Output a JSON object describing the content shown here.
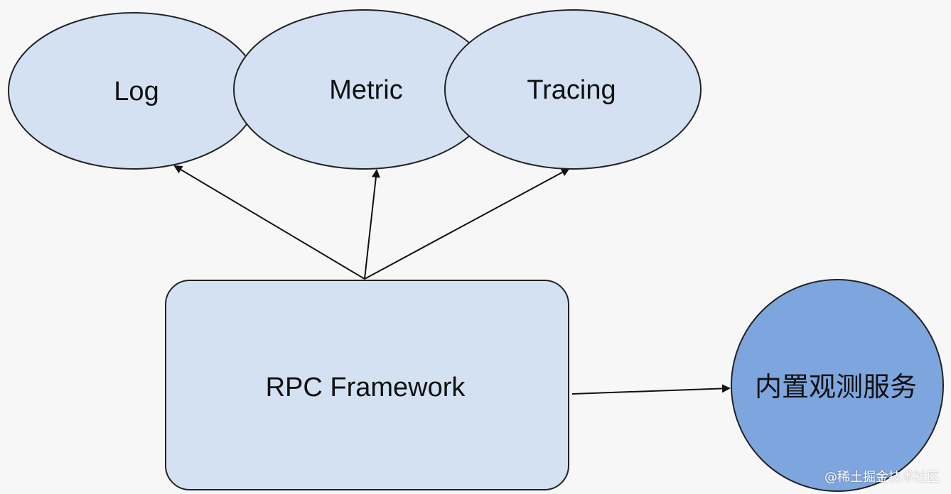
{
  "nodes": {
    "log": "Log",
    "metric": "Metric",
    "tracing": "Tracing",
    "rpc": "RPC Framework",
    "service": "内置观测服务"
  },
  "colors": {
    "background": "#f7f7f7",
    "light_fill": "#d3e1f3",
    "dark_fill": "#7ea6de",
    "stroke": "#222222"
  },
  "watermark": "@稀土掘金技术社区"
}
